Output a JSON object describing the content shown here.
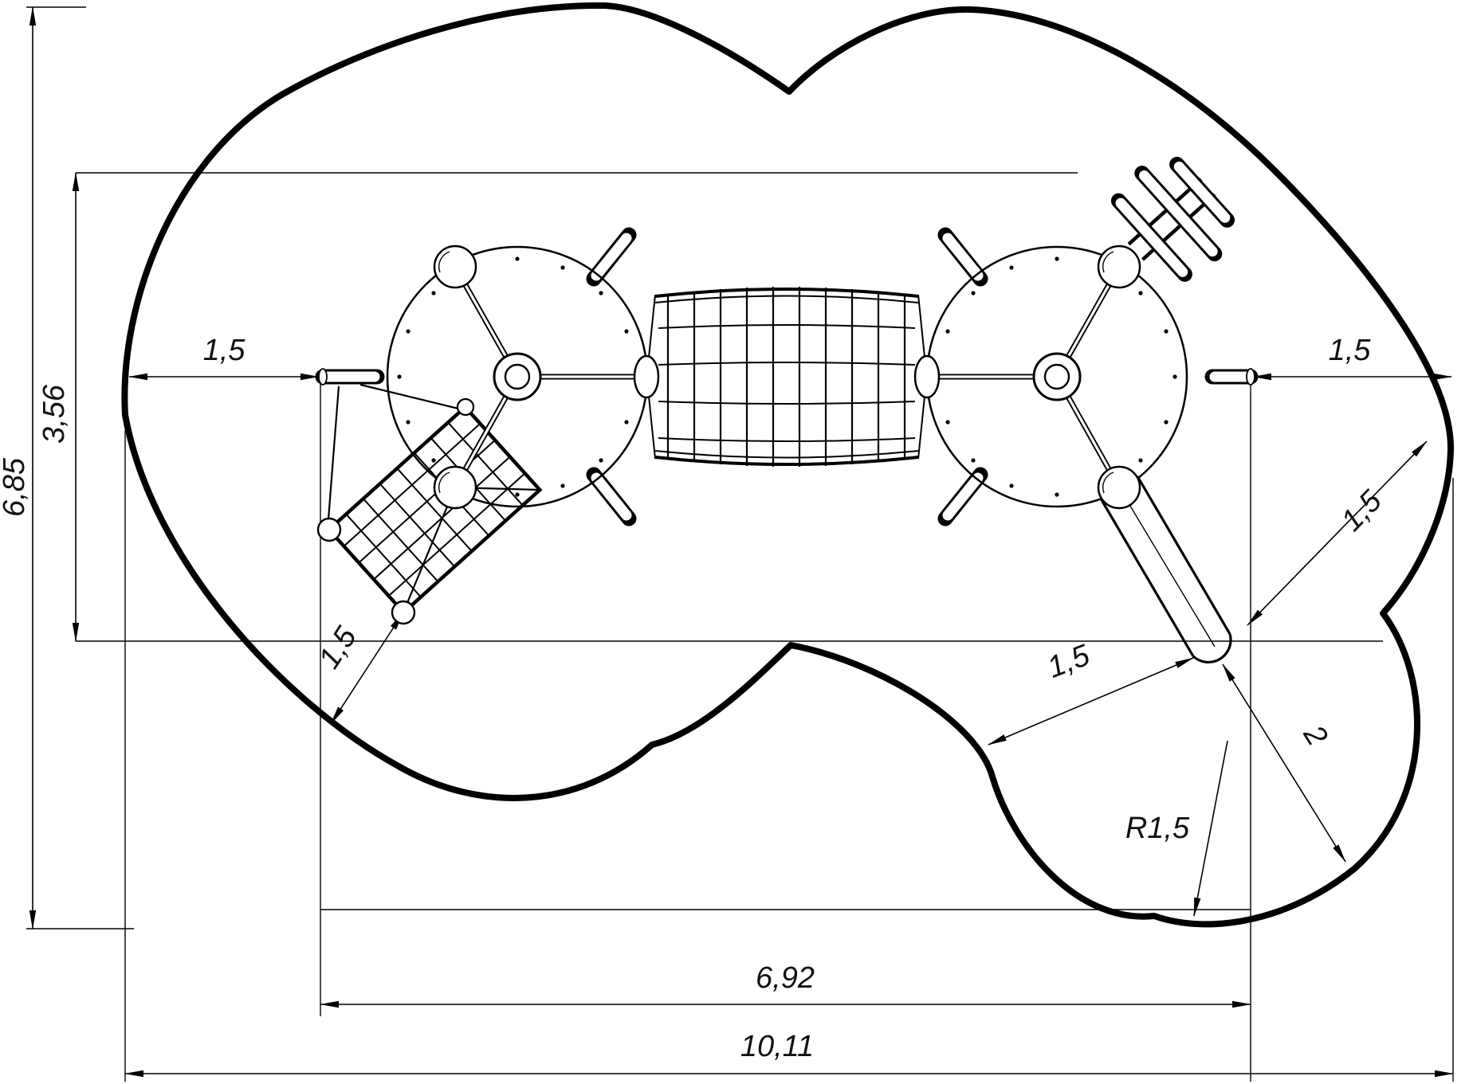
{
  "drawing": {
    "colors": {
      "ink": "#000000",
      "background": "#ffffff"
    },
    "labels": {
      "total_height": "6,85",
      "inner_height": "3,56",
      "left_clearance": "1,5",
      "right_clearance": "1,5",
      "net_diagonal_clearance": "1,5",
      "slide_side_clearance": "1,5",
      "slide_lower_clearance": "1,5",
      "slide_runout": "2",
      "corner_radius": "R1,5",
      "inner_width": "6,92",
      "total_width": "10,11"
    }
  }
}
